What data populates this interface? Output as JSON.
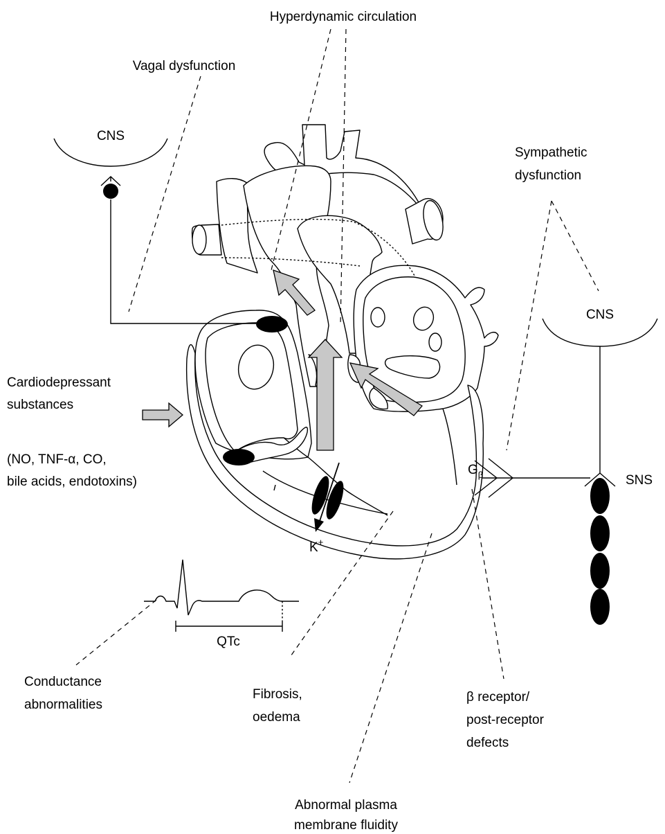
{
  "labels": {
    "hyperdynamic": "Hyperdynamic circulation",
    "vagal": "Vagal dysfunction",
    "cns_left": "CNS",
    "sympathetic_line1": "Sympathetic",
    "sympathetic_line2": "dysfunction",
    "cns_right": "CNS",
    "cardio_line1": "Cardiodepressant",
    "cardio_line2": "substances",
    "cardio_line3": "(NO, TNF-α, CO,",
    "cardio_line4": "bile acids, endotoxins)",
    "g_beta_base": "G",
    "g_beta_sub": "β",
    "sns": "SNS",
    "k_base": "K",
    "k_sup": "+",
    "qtc": "QTc",
    "conductance_line1": "Conductance",
    "conductance_line2": "abnormalities",
    "fibrosis_line1": "Fibrosis,",
    "fibrosis_line2": "oedema",
    "beta_line1": "β receptor/",
    "beta_line2": "post-receptor",
    "beta_line3": "defects",
    "membrane_line1": "Abnormal plasma",
    "membrane_line2": "membrane fluidity"
  },
  "icons": [
    "synapse-icon",
    "ion-channel-icon",
    "ecg-trace-icon",
    "flow-arrow-icon"
  ],
  "colors": {
    "arrow_fill": "#c8c8c8",
    "line": "#000000"
  }
}
